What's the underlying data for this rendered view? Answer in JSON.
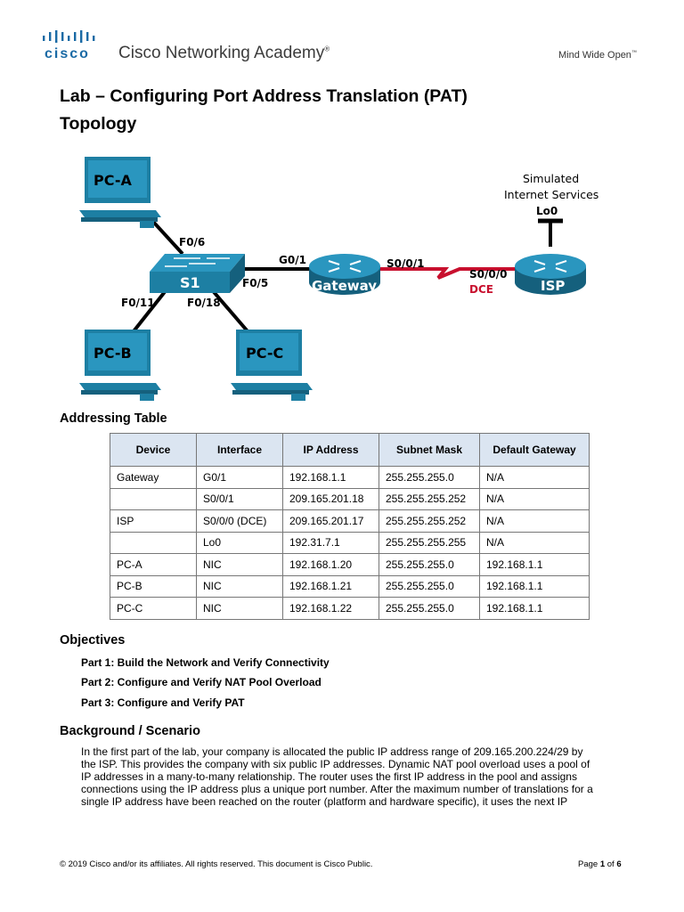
{
  "header": {
    "brand": "cisco",
    "academy": "Cisco Networking Academy",
    "registered": "®",
    "tagline": "Mind Wide Open",
    "tagline_tm": "™"
  },
  "title": "Lab – Configuring Port Address Translation (PAT)",
  "topology": {
    "heading": "Topology",
    "pcs": [
      "PC-A",
      "PC-B",
      "PC-C"
    ],
    "switch": "S1",
    "routers": [
      "Gateway",
      "ISP"
    ],
    "ports": {
      "pca": "F0/6",
      "pcb": "F0/11",
      "pcc": "F0/18",
      "s1_uplink": "F0/5",
      "gw_lan": "G0/1",
      "gw_serial": "S0/0/1",
      "isp_serial": "S0/0/0",
      "dce": "DCE",
      "lo0": "Lo0"
    },
    "internet_label": [
      "Simulated",
      "Internet Services"
    ],
    "colors": {
      "device": "#1d7fa3",
      "serial_link": "#c8102e",
      "dce_text": "#c8102e"
    }
  },
  "addressing": {
    "heading": "Addressing Table",
    "columns": [
      "Device",
      "Interface",
      "IP Address",
      "Subnet Mask",
      "Default Gateway"
    ],
    "rows": [
      [
        "Gateway",
        "G0/1",
        "192.168.1.1",
        "255.255.255.0",
        "N/A"
      ],
      [
        "",
        "S0/0/1",
        "209.165.201.18",
        "255.255.255.252",
        "N/A"
      ],
      [
        "ISP",
        "S0/0/0 (DCE)",
        "209.165.201.17",
        "255.255.255.252",
        "N/A"
      ],
      [
        "",
        "Lo0",
        "192.31.7.1",
        "255.255.255.255",
        "N/A"
      ],
      [
        "PC-A",
        "NIC",
        "192.168.1.20",
        "255.255.255.0",
        "192.168.1.1"
      ],
      [
        "PC-B",
        "NIC",
        "192.168.1.21",
        "255.255.255.0",
        "192.168.1.1"
      ],
      [
        "PC-C",
        "NIC",
        "192.168.1.22",
        "255.255.255.0",
        "192.168.1.1"
      ]
    ],
    "header_bg": "#dbe5f1"
  },
  "objectives": {
    "heading": "Objectives",
    "items": [
      "Part 1: Build the Network and Verify Connectivity",
      "Part 2: Configure and Verify NAT Pool Overload",
      "Part 3: Configure and Verify PAT"
    ]
  },
  "background": {
    "heading": "Background / Scenario",
    "lines": [
      "In the first part of the lab, your company is allocated the public IP address range of 209.165.200.224/29 by",
      "the ISP. This provides the company with six public IP addresses. Dynamic NAT pool overload uses a pool of",
      "IP addresses in a many-to-many relationship. The router uses the first IP address in the pool and assigns",
      "connections using the IP address plus a unique port number. After the maximum number of translations for a",
      "single IP address have been reached on the router (platform and hardware specific), it uses the next IP"
    ]
  },
  "footer": {
    "copyright": "© 2019 Cisco and/or its affiliates. All rights reserved. This document is Cisco Public.",
    "page_word": "Page",
    "page_num": "1",
    "of_word": "of",
    "page_total": "6"
  }
}
